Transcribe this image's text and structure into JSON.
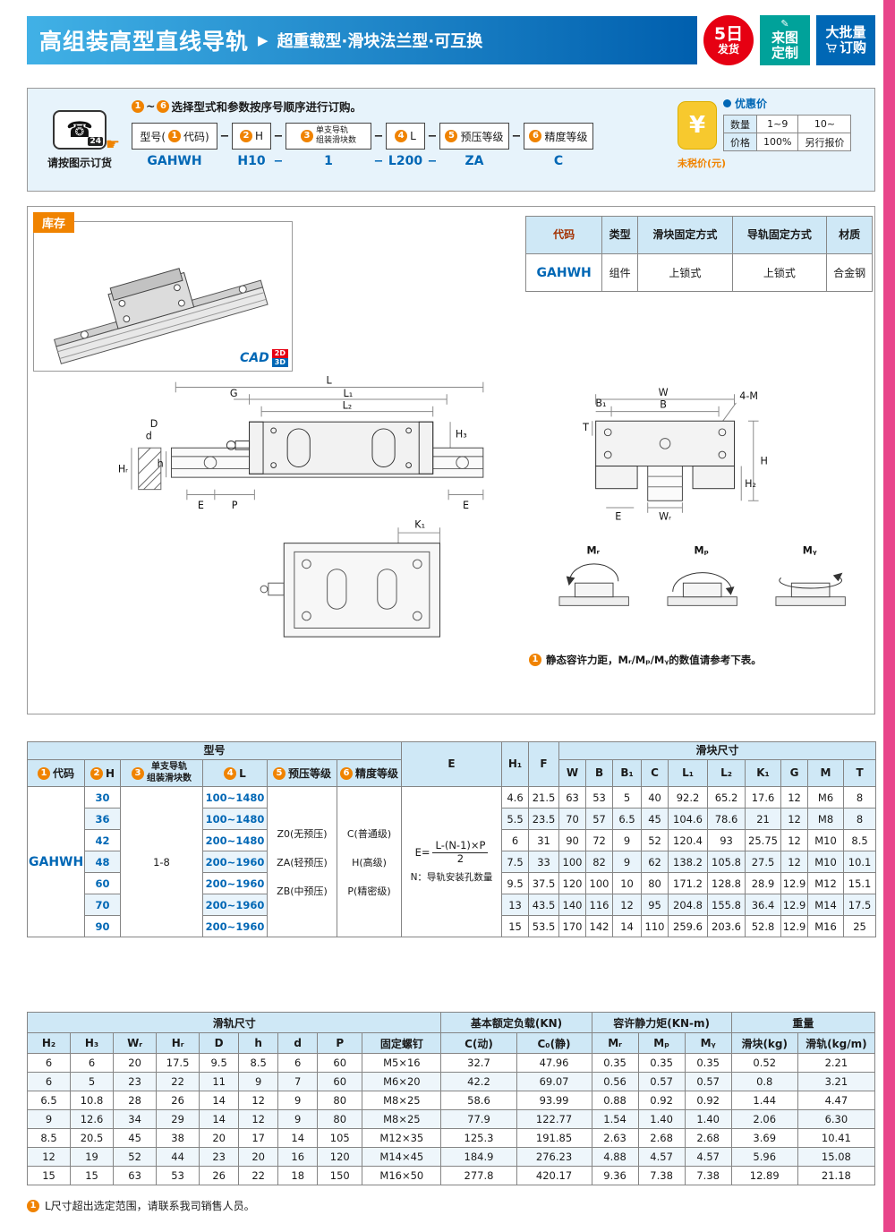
{
  "header": {
    "title": "高组装高型直线导轨",
    "arrow": "▶",
    "subtitle": "超重载型·滑块法兰型·可互换",
    "badge_ship_top": "5日",
    "badge_ship_bottom": "发货",
    "badge_custom_line1": "来图",
    "badge_custom_line2": "定制",
    "pen_icon": "✎",
    "badge_bulk_line1": "大批量",
    "badge_bulk_line2": "订购"
  },
  "ordering": {
    "phone_glyph": "☎",
    "phone_24": "24",
    "hand": "☛",
    "phone_caption": "请按图示订货",
    "inst_n1": "1",
    "inst_tilde": "~",
    "inst_n6": "6",
    "instruction": "选择型式和参数按序号顺序进行订购。",
    "f1_pre": "型号(",
    "f1_num": "1",
    "f1_post": "代码)",
    "f2_num": "2",
    "f2_label": "H",
    "f3_num": "3",
    "f3_line1": "单支导轨",
    "f3_line2": "组装滑块数",
    "f4_num": "4",
    "f4_label": "L",
    "f5_num": "5",
    "f5_label": "预压等级",
    "f6_num": "6",
    "f6_label": "精度等级",
    "dash": "−",
    "v1": "GAHWH",
    "v2": "H10",
    "v3": "1",
    "v4": "L200",
    "v5": "ZA",
    "v6": "C",
    "yen": "¥",
    "price_title": "优惠价",
    "price_rows": [
      [
        "数量",
        "1~9",
        "10~"
      ],
      [
        "价格",
        "100%",
        "另行报价"
      ]
    ],
    "tax_note": "未税价(元)"
  },
  "stock": {
    "tag": "库存",
    "cad": "CAD",
    "cad2d": "2D",
    "cad3d": "3D",
    "table_headers": [
      "代码",
      "类型",
      "滑块固定方式",
      "导轨固定方式",
      "材质"
    ],
    "table_row": [
      "GAHWH",
      "组件",
      "上锁式",
      "上锁式",
      "合金钢"
    ]
  },
  "drawing": {
    "L": "L",
    "L1": "L₁",
    "L2": "L₂",
    "G": "G",
    "H3": "H₃",
    "D": "D",
    "d": "d",
    "HR": "Hᵣ",
    "h": "h",
    "E": "E",
    "P": "P",
    "E2": "E",
    "K1": "K₁",
    "W": "W",
    "B": "B",
    "B1": "B₁",
    "fourM": "4-M",
    "T": "T",
    "H": "H",
    "H2": "H₂",
    "WR": "Wᵣ",
    "E3": "E",
    "MR": "Mᵣ",
    "MP": "Mₚ",
    "MY": "Mᵧ",
    "note_num": "1",
    "note": "静态容许力距，Mᵣ/Mₚ/Mᵧ的数值请参考下表。"
  },
  "main_table": {
    "group_model": "型号",
    "group_slider": "滑块尺寸",
    "h_code_num": "1",
    "h_code": "代码",
    "h_h_num": "2",
    "h_h": "H",
    "h_count_num": "3",
    "h_count1": "单支导轨",
    "h_count2": "组装滑块数",
    "h_l_num": "4",
    "h_l": "L",
    "h_preload_num": "5",
    "h_preload": "预压等级",
    "h_precision_num": "6",
    "h_precision": "精度等级",
    "h_e": "E",
    "h_h1": "H₁",
    "h_f": "F",
    "slider_headers": [
      "W",
      "B",
      "B₁",
      "C",
      "L₁",
      "L₂",
      "K₁",
      "G",
      "M",
      "T"
    ],
    "code": "GAHWH",
    "slider_count": "1-8",
    "preload": [
      "Z0(无预压)",
      "ZA(轻预压)",
      "ZB(中预压)"
    ],
    "precision": [
      "C(普通级)",
      "H(高级)",
      "P(精密级)"
    ],
    "e_eq": "E=",
    "e_num": "L-(N-1)×P",
    "e_den": "2",
    "e_note": "N：导轨安装孔数量",
    "rows": [
      {
        "h": "30",
        "l": "100~1480",
        "vals": [
          "4.6",
          "21.5",
          "63",
          "53",
          "5",
          "40",
          "92.2",
          "65.2",
          "17.6",
          "12",
          "M6",
          "8"
        ]
      },
      {
        "h": "36",
        "l": "100~1480",
        "vals": [
          "5.5",
          "23.5",
          "70",
          "57",
          "6.5",
          "45",
          "104.6",
          "78.6",
          "21",
          "12",
          "M8",
          "8"
        ]
      },
      {
        "h": "42",
        "l": "200~1480",
        "vals": [
          "6",
          "31",
          "90",
          "72",
          "9",
          "52",
          "120.4",
          "93",
          "25.75",
          "12",
          "M10",
          "8.5"
        ]
      },
      {
        "h": "48",
        "l": "200~1960",
        "vals": [
          "7.5",
          "33",
          "100",
          "82",
          "9",
          "62",
          "138.2",
          "105.8",
          "27.5",
          "12",
          "M10",
          "10.1"
        ]
      },
      {
        "h": "60",
        "l": "200~1960",
        "vals": [
          "9.5",
          "37.5",
          "120",
          "100",
          "10",
          "80",
          "171.2",
          "128.8",
          "28.9",
          "12.9",
          "M12",
          "15.1"
        ]
      },
      {
        "h": "70",
        "l": "200~1960",
        "vals": [
          "13",
          "43.5",
          "140",
          "116",
          "12",
          "95",
          "204.8",
          "155.8",
          "36.4",
          "12.9",
          "M14",
          "17.5"
        ]
      },
      {
        "h": "90",
        "l": "200~1960",
        "vals": [
          "15",
          "53.5",
          "170",
          "142",
          "14",
          "110",
          "259.6",
          "203.6",
          "52.8",
          "12.9",
          "M16",
          "25"
        ]
      }
    ]
  },
  "dim_table": {
    "groups": [
      "滑轨尺寸",
      "基本额定负载(KN)",
      "容许静力矩(KN-m)",
      "重量"
    ],
    "headers": [
      "H₂",
      "H₃",
      "Wᵣ",
      "Hᵣ",
      "D",
      "h",
      "d",
      "P",
      "固定螺钉",
      "C(动)",
      "C₀(静)",
      "Mᵣ",
      "Mₚ",
      "Mᵧ",
      "滑块(kg)",
      "滑轨(kg/m)"
    ],
    "rows": [
      [
        "6",
        "6",
        "20",
        "17.5",
        "9.5",
        "8.5",
        "6",
        "60",
        "M5×16",
        "32.7",
        "47.96",
        "0.35",
        "0.35",
        "0.35",
        "0.52",
        "2.21"
      ],
      [
        "6",
        "5",
        "23",
        "22",
        "11",
        "9",
        "7",
        "60",
        "M6×20",
        "42.2",
        "69.07",
        "0.56",
        "0.57",
        "0.57",
        "0.8",
        "3.21"
      ],
      [
        "6.5",
        "10.8",
        "28",
        "26",
        "14",
        "12",
        "9",
        "80",
        "M8×25",
        "58.6",
        "93.99",
        "0.88",
        "0.92",
        "0.92",
        "1.44",
        "4.47"
      ],
      [
        "9",
        "12.6",
        "34",
        "29",
        "14",
        "12",
        "9",
        "80",
        "M8×25",
        "77.9",
        "122.77",
        "1.54",
        "1.40",
        "1.40",
        "2.06",
        "6.30"
      ],
      [
        "8.5",
        "20.5",
        "45",
        "38",
        "20",
        "17",
        "14",
        "105",
        "M12×35",
        "125.3",
        "191.85",
        "2.63",
        "2.68",
        "2.68",
        "3.69",
        "10.41"
      ],
      [
        "12",
        "19",
        "52",
        "44",
        "23",
        "20",
        "16",
        "120",
        "M14×45",
        "184.9",
        "276.23",
        "4.88",
        "4.57",
        "4.57",
        "5.96",
        "15.08"
      ],
      [
        "15",
        "15",
        "63",
        "53",
        "26",
        "22",
        "18",
        "150",
        "M16×50",
        "277.8",
        "420.17",
        "9.36",
        "7.38",
        "7.38",
        "12.89",
        "21.18"
      ]
    ]
  },
  "footer": {
    "note_num": "1",
    "note": "L尺寸超出选定范围，请联系我司销售人员。"
  }
}
